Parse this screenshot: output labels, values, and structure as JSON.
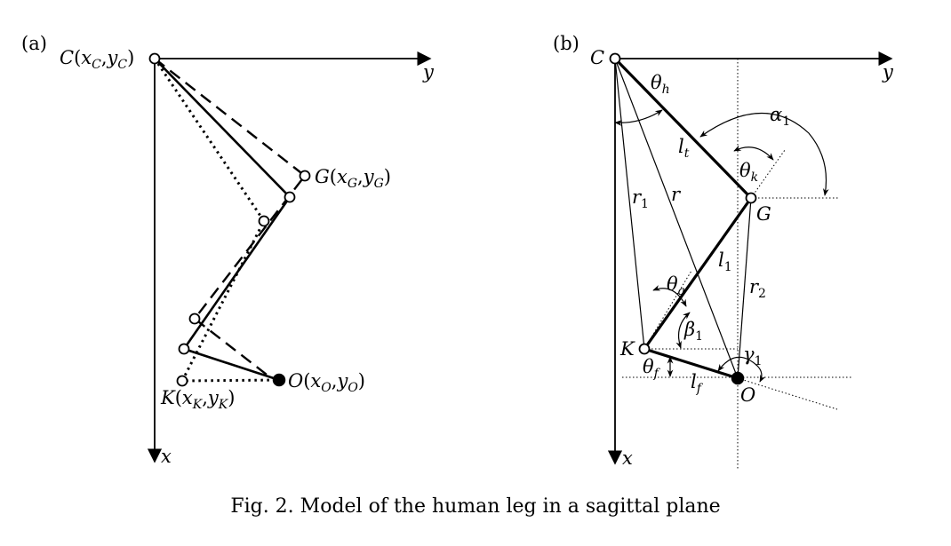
{
  "caption": "Fig. 2. Model of the human leg in a sagittal plane",
  "panel_a": {
    "label": "(a)",
    "axis_y": "y",
    "axis_x": "x",
    "point_C": {
      "name": "C",
      "sub1": "C",
      "sub2": "C"
    },
    "point_G": {
      "name": "G",
      "sub1": "G",
      "sub2": "G"
    },
    "point_K": {
      "name": "K",
      "sub1": "K",
      "sub2": "K"
    },
    "point_O": {
      "name": "O",
      "sub1": "O",
      "sub2": "O"
    }
  },
  "panel_b": {
    "label": "(b)",
    "axis_y": "y",
    "axis_x": "x",
    "C": "C",
    "G": "G",
    "K": "K",
    "O": "O",
    "theta_h": "θ",
    "theta_h_sub": "h",
    "alpha_1": "α",
    "alpha_1_sub": "1",
    "l_t": "l",
    "l_t_sub": "t",
    "theta_k": "θ",
    "theta_k_sub": "k",
    "r_1": "r",
    "r_1_sub": "1",
    "r": "r",
    "l_1": "l",
    "l_1_sub": "1",
    "r_2": "r",
    "r_2_sub": "2",
    "theta_a": "θ",
    "theta_a_sub": "a",
    "beta_1": "β",
    "beta_1_sub": "1",
    "gamma_1": "γ",
    "gamma_1_sub": "1",
    "theta_f": "θ",
    "theta_f_sub": "f",
    "l_f": "l",
    "l_f_sub": "f"
  }
}
